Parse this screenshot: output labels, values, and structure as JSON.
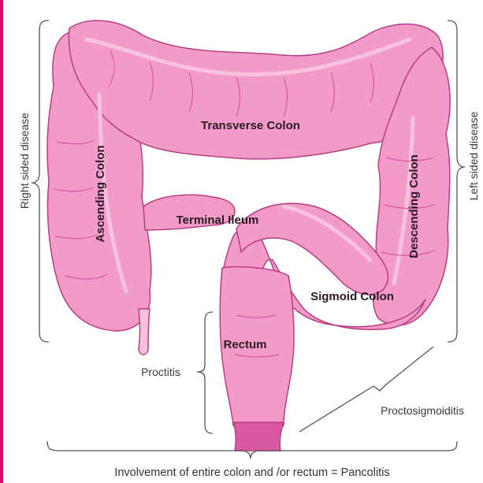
{
  "colors": {
    "colon_fill": "#f29bc9",
    "colon_light": "#f8c2de",
    "colon_dark": "#d95aa0",
    "colon_outline": "#b83d82",
    "left_edge_bar": "#e2006a"
  },
  "labels": {
    "transverse_colon": "Transverse Colon",
    "ascending_colon": "Ascending Colon",
    "descending_colon": "Descending Colon",
    "terminal_ileum": "Terminal Ileum",
    "sigmoid_colon": "Sigmoid Colon",
    "rectum": "Rectum"
  },
  "regions": {
    "right_sided": "Right sided disease",
    "left_sided": "Left sided disease",
    "proctitis": "Proctitis",
    "proctosigmoiditis": "Proctosigmoiditis",
    "pancolitis": "Involvement of entire colon and /or rectum = Pancolitis"
  }
}
